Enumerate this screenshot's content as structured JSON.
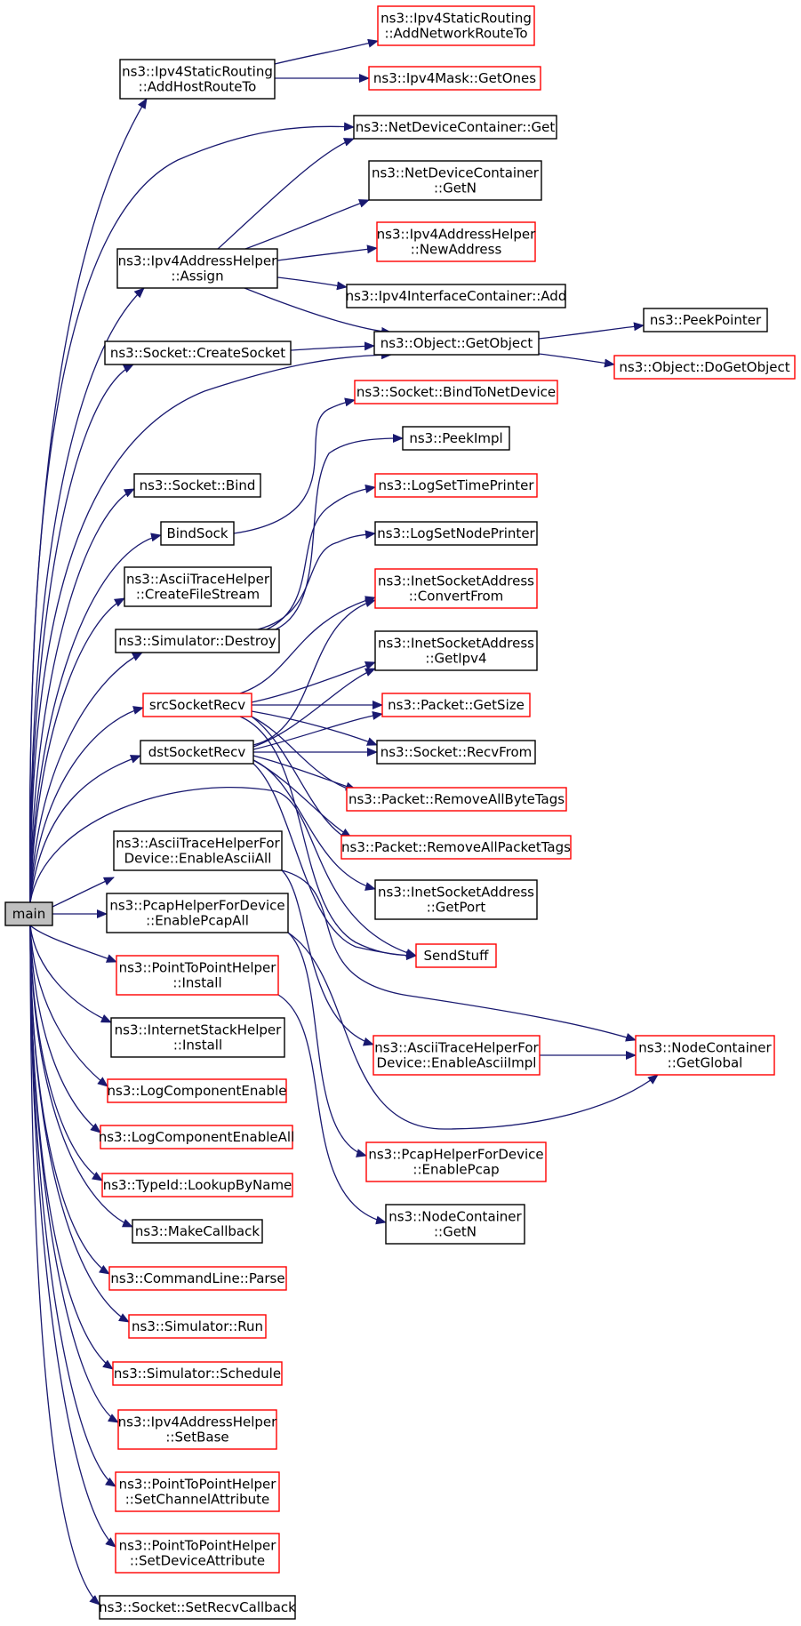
{
  "colors": {
    "edge": "#191970",
    "border_default": "#000000",
    "border_truncated": "#ff0000",
    "root_fill": "#bfbfbf",
    "node_fill": "#ffffff"
  },
  "nodes": [
    {
      "id": "main",
      "lines": [
        "main"
      ],
      "style": "root"
    },
    {
      "id": "add-host-route",
      "lines": [
        "ns3::Ipv4StaticRouting",
        "::AddHostRouteTo"
      ],
      "style": "black"
    },
    {
      "id": "add-network-route",
      "lines": [
        "ns3::Ipv4StaticRouting",
        "::AddNetworkRouteTo"
      ],
      "style": "red"
    },
    {
      "id": "ipv4mask-getones",
      "lines": [
        "ns3::Ipv4Mask::GetOnes"
      ],
      "style": "red"
    },
    {
      "id": "netdevcontainer-get",
      "lines": [
        "ns3::NetDeviceContainer::Get"
      ],
      "style": "black"
    },
    {
      "id": "netdevcontainer-getn",
      "lines": [
        "ns3::NetDeviceContainer",
        "::GetN"
      ],
      "style": "black"
    },
    {
      "id": "ipv4addresshelper-assign",
      "lines": [
        "ns3::Ipv4AddressHelper",
        "::Assign"
      ],
      "style": "black"
    },
    {
      "id": "ipv4addresshelper-newaddress",
      "lines": [
        "ns3::Ipv4AddressHelper",
        "::NewAddress"
      ],
      "style": "red"
    },
    {
      "id": "ipv4interfacecontainer-add",
      "lines": [
        "ns3::Ipv4InterfaceContainer::Add"
      ],
      "style": "black"
    },
    {
      "id": "socket-createsocket",
      "lines": [
        "ns3::Socket::CreateSocket"
      ],
      "style": "black"
    },
    {
      "id": "object-getobject",
      "lines": [
        "ns3::Object::GetObject"
      ],
      "style": "black"
    },
    {
      "id": "peekpointer",
      "lines": [
        "ns3::PeekPointer"
      ],
      "style": "black"
    },
    {
      "id": "object-dogetobject",
      "lines": [
        "ns3::Object::DoGetObject"
      ],
      "style": "red"
    },
    {
      "id": "socket-bindtonetdevice",
      "lines": [
        "ns3::Socket::BindToNetDevice"
      ],
      "style": "red"
    },
    {
      "id": "peekimpl",
      "lines": [
        "ns3::PeekImpl"
      ],
      "style": "black"
    },
    {
      "id": "socket-bind",
      "lines": [
        "ns3::Socket::Bind"
      ],
      "style": "black"
    },
    {
      "id": "logsettimeprinter",
      "lines": [
        "ns3::LogSetTimePrinter"
      ],
      "style": "red"
    },
    {
      "id": "bindsock",
      "lines": [
        "BindSock"
      ],
      "style": "black"
    },
    {
      "id": "logsetnodeprinter",
      "lines": [
        "ns3::LogSetNodePrinter"
      ],
      "style": "black"
    },
    {
      "id": "asciitracehelper-createfilestream",
      "lines": [
        "ns3::AsciiTraceHelper",
        "::CreateFileStream"
      ],
      "style": "black"
    },
    {
      "id": "inetsocketaddress-convertfrom",
      "lines": [
        "ns3::InetSocketAddress",
        "::ConvertFrom"
      ],
      "style": "red"
    },
    {
      "id": "simulator-destroy",
      "lines": [
        "ns3::Simulator::Destroy"
      ],
      "style": "black"
    },
    {
      "id": "inetsocketaddress-getipv4",
      "lines": [
        "ns3::InetSocketAddress",
        "::GetIpv4"
      ],
      "style": "black"
    },
    {
      "id": "srcsocketrecv",
      "lines": [
        "srcSocketRecv"
      ],
      "style": "red"
    },
    {
      "id": "packet-getsize",
      "lines": [
        "ns3::Packet::GetSize"
      ],
      "style": "red"
    },
    {
      "id": "dstsocketrecv",
      "lines": [
        "dstSocketRecv"
      ],
      "style": "black"
    },
    {
      "id": "socket-recvfrom",
      "lines": [
        "ns3::Socket::RecvFrom"
      ],
      "style": "black"
    },
    {
      "id": "packet-removeallbytetags",
      "lines": [
        "ns3::Packet::RemoveAllByteTags"
      ],
      "style": "red"
    },
    {
      "id": "asciitracehelperfordevice-enableasciiall",
      "lines": [
        "ns3::AsciiTraceHelperFor",
        "Device::EnableAsciiAll"
      ],
      "style": "black"
    },
    {
      "id": "packet-removeallpackettags",
      "lines": [
        "ns3::Packet::RemoveAllPacketTags"
      ],
      "style": "red"
    },
    {
      "id": "inetsocketaddress-getport",
      "lines": [
        "ns3::InetSocketAddress",
        "::GetPort"
      ],
      "style": "black"
    },
    {
      "id": "pcaphelperfordevice-enablepcapall",
      "lines": [
        "ns3::PcapHelperForDevice",
        "::EnablePcapAll"
      ],
      "style": "black"
    },
    {
      "id": "sendstuff",
      "lines": [
        "SendStuff"
      ],
      "style": "red"
    },
    {
      "id": "pointtopointhelper-install",
      "lines": [
        "ns3::PointToPointHelper",
        "::Install"
      ],
      "style": "red"
    },
    {
      "id": "internetstackhelper-install",
      "lines": [
        "ns3::InternetStackHelper",
        "::Install"
      ],
      "style": "black"
    },
    {
      "id": "asciitracehelperfordevice-enableasciiimpl",
      "lines": [
        "ns3::AsciiTraceHelperFor",
        "Device::EnableAsciiImpl"
      ],
      "style": "red"
    },
    {
      "id": "nodecontainer-getglobal",
      "lines": [
        "ns3::NodeContainer",
        "::GetGlobal"
      ],
      "style": "red"
    },
    {
      "id": "logcomponentenable",
      "lines": [
        "ns3::LogComponentEnable"
      ],
      "style": "red"
    },
    {
      "id": "logcomponentenableall",
      "lines": [
        "ns3::LogComponentEnableAll"
      ],
      "style": "red"
    },
    {
      "id": "pcaphelperfordevice-enablepcap",
      "lines": [
        "ns3::PcapHelperForDevice",
        "::EnablePcap"
      ],
      "style": "red"
    },
    {
      "id": "typeid-lookupbyname",
      "lines": [
        "ns3::TypeId::LookupByName"
      ],
      "style": "red"
    },
    {
      "id": "makecallback",
      "lines": [
        "ns3::MakeCallback"
      ],
      "style": "black"
    },
    {
      "id": "nodecontainer-getn",
      "lines": [
        "ns3::NodeContainer",
        "::GetN"
      ],
      "style": "black"
    },
    {
      "id": "commandline-parse",
      "lines": [
        "ns3::CommandLine::Parse"
      ],
      "style": "red"
    },
    {
      "id": "simulator-run",
      "lines": [
        "ns3::Simulator::Run"
      ],
      "style": "red"
    },
    {
      "id": "simulator-schedule",
      "lines": [
        "ns3::Simulator::Schedule"
      ],
      "style": "red"
    },
    {
      "id": "ipv4addresshelper-setbase",
      "lines": [
        "ns3::Ipv4AddressHelper",
        "::SetBase"
      ],
      "style": "red"
    },
    {
      "id": "pointtopointhelper-setchannelattribute",
      "lines": [
        "ns3::PointToPointHelper",
        "::SetChannelAttribute"
      ],
      "style": "red"
    },
    {
      "id": "pointtopointhelper-setdeviceattribute",
      "lines": [
        "ns3::PointToPointHelper",
        "::SetDeviceAttribute"
      ],
      "style": "red"
    },
    {
      "id": "socket-setrecvcallback",
      "lines": [
        "ns3::Socket::SetRecvCallback"
      ],
      "style": "black"
    }
  ]
}
